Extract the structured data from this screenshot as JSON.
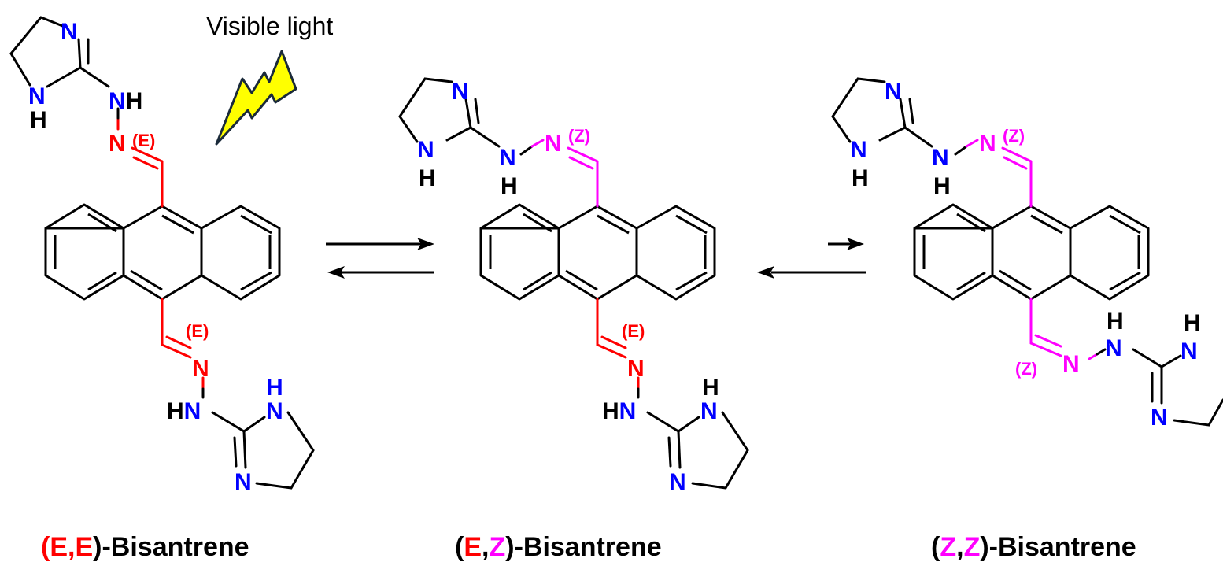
{
  "colors": {
    "bond": "#000000",
    "nitrogen": "#0000ff",
    "hydrogen": "#000000",
    "e_config": "#ff0000",
    "z_config": "#ff00ff",
    "bolt_fill": "#ffff00",
    "bolt_stroke": "#1a2a3a"
  },
  "labels": {
    "visible_light": "Visible light",
    "n": "N",
    "h": "H",
    "nh": "NH",
    "hn": "HN",
    "e": "(E)",
    "z": "(Z)"
  },
  "captions": {
    "ee": {
      "open": "(",
      "c1": "E",
      "sep": ",",
      "c2": "E",
      "close": ")-Bisantrene"
    },
    "ez": {
      "open": "(",
      "c1": "E",
      "sep": ",",
      "c2": "Z",
      "close": ")-Bisantrene"
    },
    "zz": {
      "open": "(",
      "c1": "Z",
      "sep": ",",
      "c2": "Z",
      "close": ")-Bisantrene"
    }
  }
}
